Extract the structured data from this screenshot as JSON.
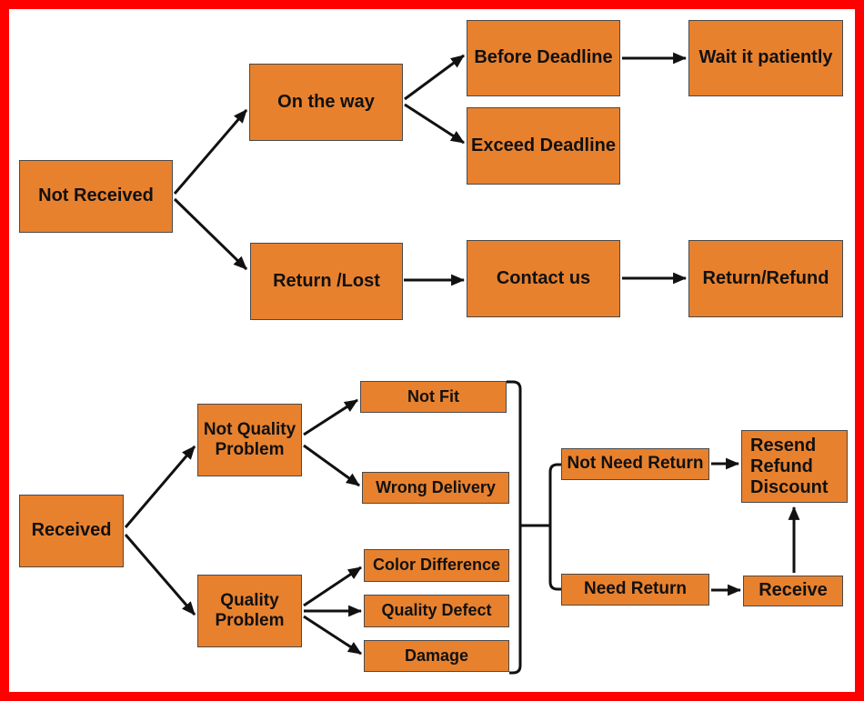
{
  "colors": {
    "frame": "#FE0000",
    "background": "#FFFFFF",
    "node_fill": "#E8812E",
    "node_border": "#4A4A4A",
    "connector": "#111111",
    "text": "#111111"
  },
  "nodes": {
    "not_received": {
      "label": "Not Received"
    },
    "on_the_way": {
      "label": "On the way"
    },
    "before_deadline": {
      "label": "Before Deadline"
    },
    "wait_it_patiently": {
      "label": "Wait it patiently"
    },
    "exceed_deadline": {
      "label": "Exceed Deadline"
    },
    "return_lost": {
      "label": "Return /Lost"
    },
    "contact_us": {
      "label": "Contact us"
    },
    "return_refund": {
      "label": "Return/Refund"
    },
    "received": {
      "label": "Received"
    },
    "not_quality_problem": {
      "label": "Not Quality\nProblem"
    },
    "quality_problem": {
      "label": "Quality\nProblem"
    },
    "not_fit": {
      "label": "Not Fit"
    },
    "wrong_delivery": {
      "label": "Wrong Delivery"
    },
    "color_difference": {
      "label": "Color Difference"
    },
    "quality_defect": {
      "label": "Quality Defect"
    },
    "damage": {
      "label": "Damage"
    },
    "not_need_return": {
      "label": "Not Need Return"
    },
    "need_return": {
      "label": "Need Return"
    },
    "resend_refund_discount": {
      "label": "Resend\nRefund\nDiscount"
    },
    "receive": {
      "label": "Receive"
    }
  },
  "edges": [
    {
      "from": "Not Received",
      "to": "On the way"
    },
    {
      "from": "Not Received",
      "to": "Return /Lost"
    },
    {
      "from": "On the way",
      "to": "Before Deadline"
    },
    {
      "from": "On the way",
      "to": "Exceed Deadline"
    },
    {
      "from": "Before Deadline",
      "to": "Wait it patiently"
    },
    {
      "from": "Return /Lost",
      "to": "Contact us"
    },
    {
      "from": "Contact us",
      "to": "Return/Refund"
    },
    {
      "from": "Received",
      "to": "Not Quality Problem"
    },
    {
      "from": "Received",
      "to": "Quality Problem"
    },
    {
      "from": "Not Quality Problem",
      "to": "Not Fit"
    },
    {
      "from": "Not Quality Problem",
      "to": "Wrong Delivery"
    },
    {
      "from": "Quality Problem",
      "to": "Color Difference"
    },
    {
      "from": "Quality Problem",
      "to": "Quality Defect"
    },
    {
      "from": "Quality Problem",
      "to": "Damage"
    },
    {
      "from": "Not Need Return",
      "to": "Resend Refund Discount"
    },
    {
      "from": "Need Return",
      "to": "Receive"
    },
    {
      "from": "Receive",
      "to": "Resend Refund Discount"
    }
  ],
  "merge_bracket": {
    "sources": [
      "Not Fit",
      "Wrong Delivery",
      "Color Difference",
      "Quality Defect",
      "Damage"
    ],
    "branches": [
      "Not Need Return",
      "Need Return"
    ]
  }
}
